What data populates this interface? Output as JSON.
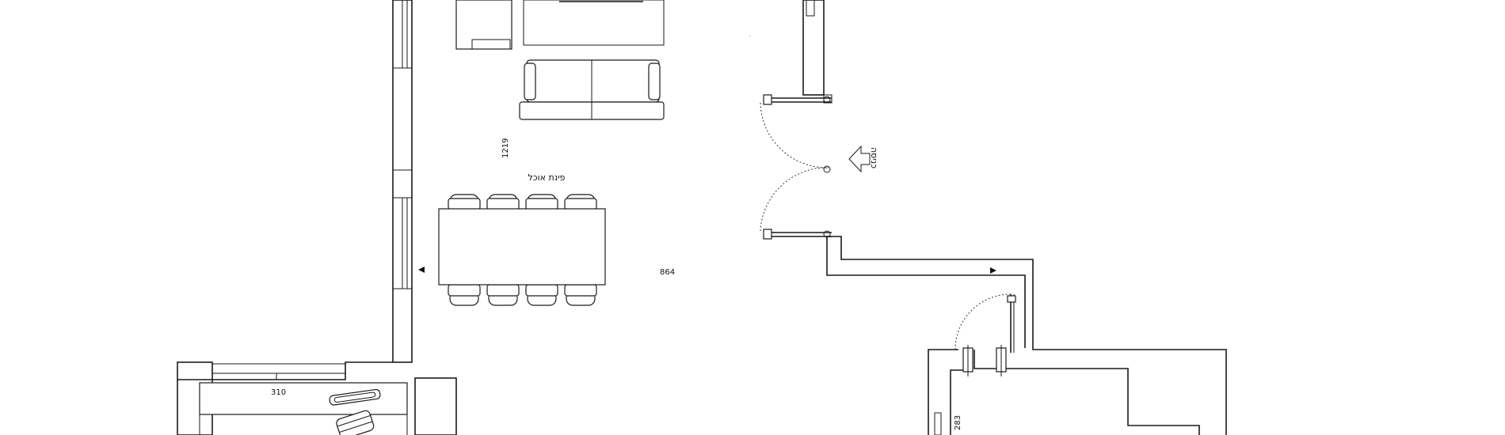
{
  "labels": {
    "dining_area": "פינת אוכל",
    "entrance": "כניסה"
  },
  "dimensions": {
    "living_depth": "1219",
    "hall_width": "864",
    "bedroom_width": "310",
    "bath_depth": "283"
  }
}
